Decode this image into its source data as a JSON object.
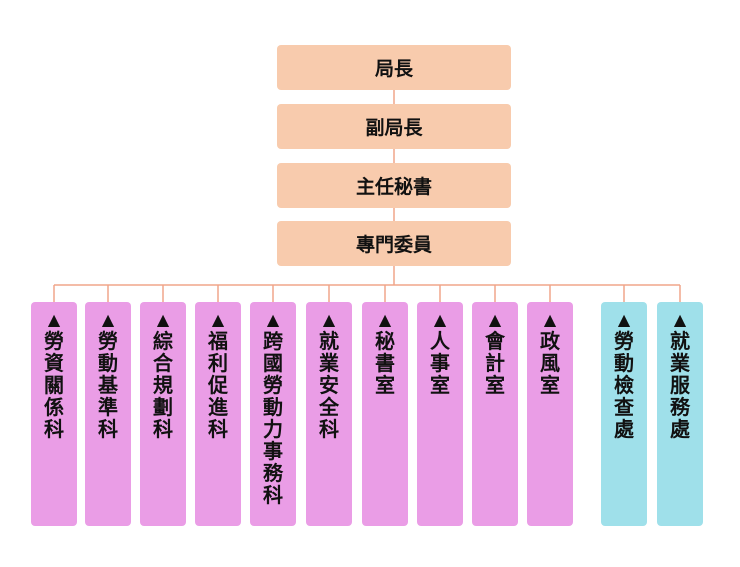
{
  "colors": {
    "leadership_fill": "#f8cbad",
    "division_fill": "#ea9de6",
    "office_fill": "#9fe0ea",
    "connector": "#f0a58a"
  },
  "marker": "▲",
  "leadership": [
    {
      "label": "局長"
    },
    {
      "label": "副局長"
    },
    {
      "label": "主任秘書"
    },
    {
      "label": "專門委員"
    }
  ],
  "units": [
    {
      "label": "勞資關係科",
      "kind": "division"
    },
    {
      "label": "勞動基準科",
      "kind": "division"
    },
    {
      "label": "綜合規劃科",
      "kind": "division"
    },
    {
      "label": "福利促進科",
      "kind": "division"
    },
    {
      "label": "跨國勞動力事務科",
      "kind": "division"
    },
    {
      "label": "就業安全科",
      "kind": "division"
    },
    {
      "label": "秘書室",
      "kind": "division"
    },
    {
      "label": "人事室",
      "kind": "division"
    },
    {
      "label": "會計室",
      "kind": "division"
    },
    {
      "label": "政風室",
      "kind": "division"
    },
    {
      "label": "勞動檢查處",
      "kind": "office"
    },
    {
      "label": "就業服務處",
      "kind": "office"
    }
  ]
}
